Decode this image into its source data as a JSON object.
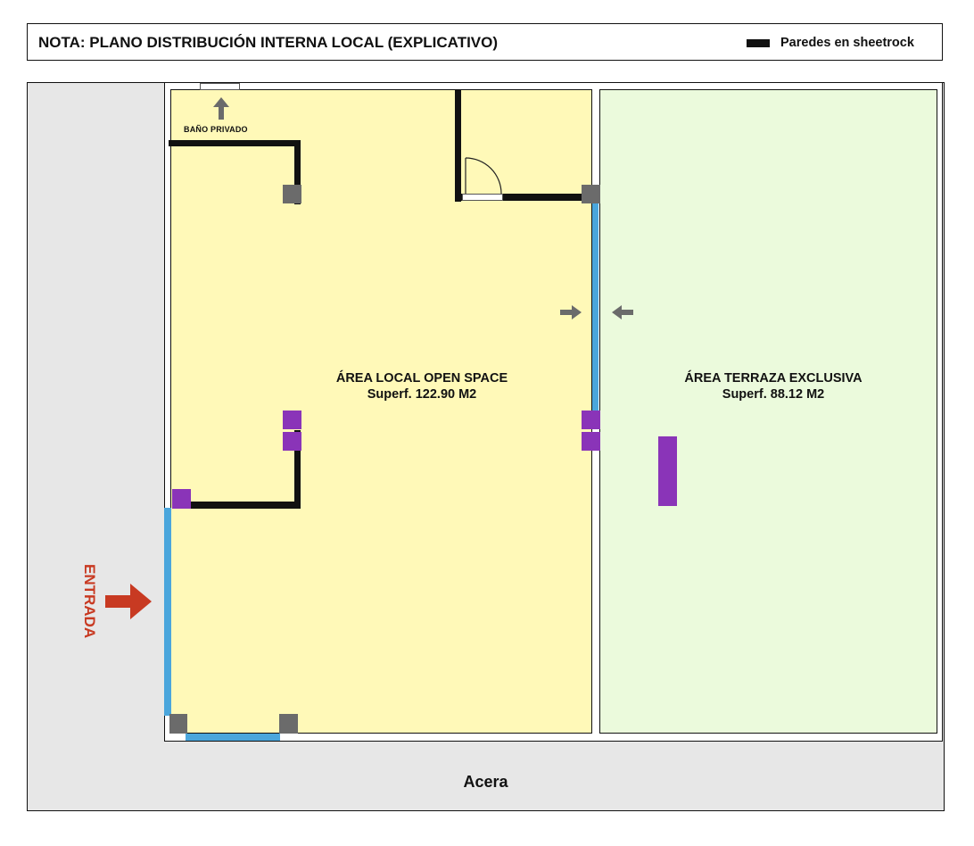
{
  "header": {
    "title": "NOTA: PLANO DISTRIBUCIÓN INTERNA LOCAL (EXPLICATIVO)",
    "legend_label": "Paredes en sheetrock"
  },
  "plan": {
    "bathroom_label": "BAÑO PRIVADO",
    "local": {
      "name": "ÁREA LOCAL OPEN SPACE",
      "area": "Superf. 122.90 M2"
    },
    "terrace": {
      "name": "ÁREA TERRAZA EXCLUSIVA",
      "area": "Superf. 88.12 M2"
    },
    "entrance_label": "ENTRADA",
    "sidewalk_label": "Acera"
  },
  "colors": {
    "sheetrock_wall": "#111111",
    "glass_wall": "#4aa6dc",
    "column_gray": "#6b6b6b",
    "column_purple": "#8a34b8",
    "local_fill": "#fff9b8",
    "terrace_fill": "#ebfadc",
    "entrance_arrow": "#c83a22",
    "sidewalk_fill": "#e7e7e7"
  }
}
